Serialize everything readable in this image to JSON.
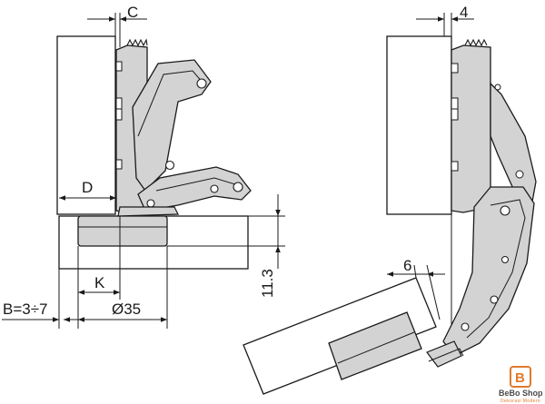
{
  "diagram": {
    "labels": {
      "c": "C",
      "d": "D",
      "k": "K",
      "b_range": "B=3÷7",
      "diameter": "Ø35",
      "height": "11.3",
      "four": "4",
      "six": "6"
    }
  },
  "brand": {
    "logo_letter": "B",
    "name": "BeBo Shop",
    "tagline": "Dekorasi Modern"
  },
  "colors": {
    "line": "#1a1a1a",
    "hinge_fill": "#d3d3d3",
    "panel_fill": "#ffffff",
    "brand_accent": "#e07a2e",
    "brand_gray": "#4a4a4a"
  }
}
